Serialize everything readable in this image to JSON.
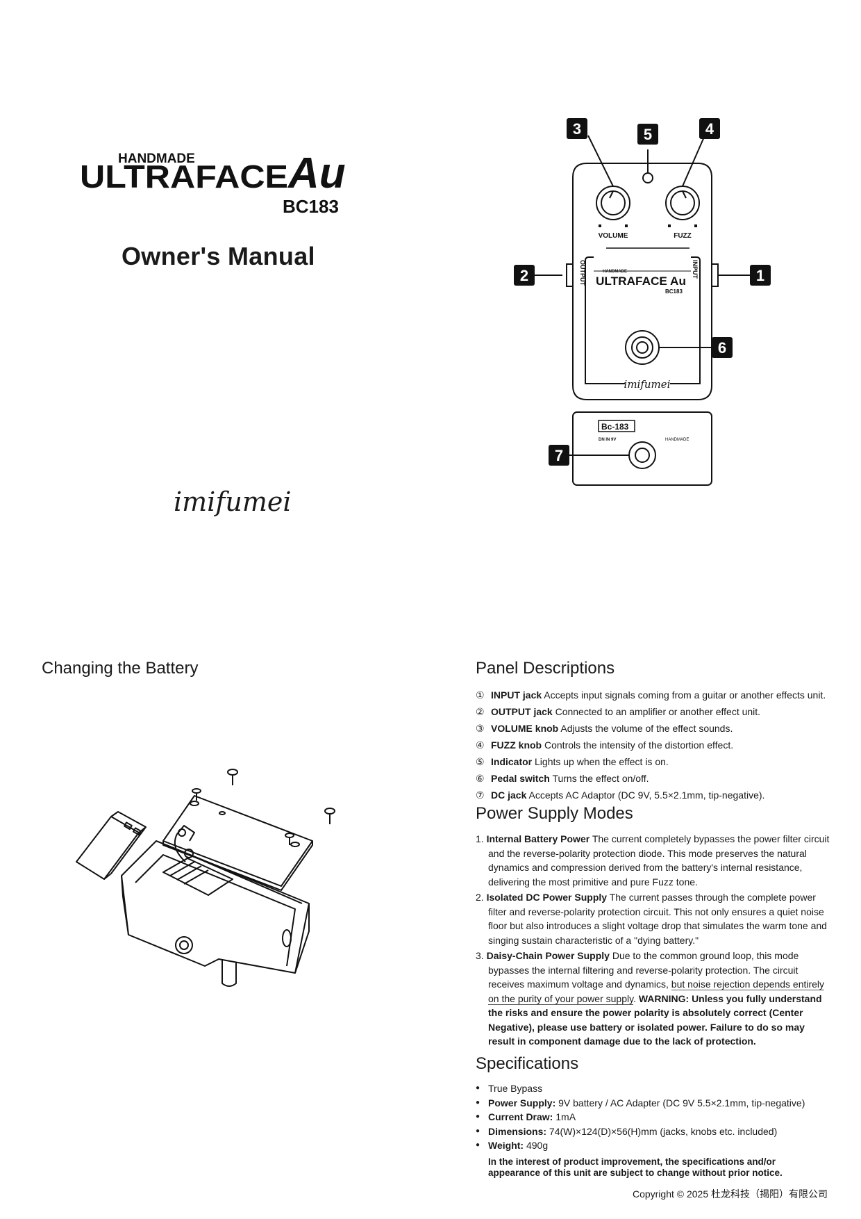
{
  "cover": {
    "logo": {
      "handmade": "HANDMADE",
      "brand_main": "ULTRAFACE",
      "brand_au": "Au",
      "model": "BC183"
    },
    "title": "Owner's Manual",
    "brand_signature": "imifumei"
  },
  "diagram": {
    "callouts": [
      "1",
      "2",
      "3",
      "4",
      "5",
      "6",
      "7"
    ],
    "knob_labels": [
      "VOLUME",
      "FUZZ"
    ],
    "jack_labels": [
      "OUTPUT",
      "INPUT"
    ],
    "face_logo": {
      "handmade": "HANDMADE",
      "brand": "ULTRAFACE Au",
      "model": "BC183"
    },
    "face_signature": "imifumei",
    "top_panel": {
      "model_badge": "Bc-183",
      "dc_text": "DN IN 9V",
      "handmade": "HANDMADE"
    }
  },
  "battery": {
    "heading": "Changing the Battery"
  },
  "panel": {
    "heading": "Panel Descriptions",
    "items": [
      {
        "num": "①",
        "term": "INPUT jack",
        "desc": " Accepts input signals coming from a guitar or another effects unit."
      },
      {
        "num": "②",
        "term": "OUTPUT jack",
        "desc": " Connected to an amplifier or another effect unit."
      },
      {
        "num": "③",
        "term": "VOLUME knob",
        "desc": " Adjusts the volume of the effect sounds."
      },
      {
        "num": "④",
        "term": "FUZZ knob",
        "desc": " Controls the intensity of the distortion effect."
      },
      {
        "num": "⑤",
        "term": "Indicator",
        "desc": " Lights up when the effect is on."
      },
      {
        "num": "⑥",
        "term": "Pedal switch",
        "desc": " Turns the effect on/off."
      },
      {
        "num": "⑦",
        "term": "DC jack",
        "desc": " Accepts AC Adaptor (DC 9V, 5.5×2.1mm, tip-negative)."
      }
    ]
  },
  "power": {
    "heading": "Power Supply Modes",
    "modes": [
      {
        "num": "1.",
        "term": "Internal Battery Power",
        "desc": " The current completely bypasses the power filter circuit and the reverse-polarity protection diode. This mode preserves the natural dynamics and compression derived from the battery's internal resistance, delivering the most primitive and pure Fuzz tone."
      },
      {
        "num": "2.",
        "term": "Isolated DC Power Supply",
        "desc": " The current passes through the complete power filter and reverse-polarity protection circuit. This not only ensures a quiet noise floor but also introduces a slight voltage drop that simulates the warm tone and singing sustain characteristic of a \"dying battery.\""
      },
      {
        "num": "3.",
        "term": "Daisy-Chain Power Supply",
        "desc": " Due to the common ground loop, this mode bypasses the internal filtering and reverse-polarity protection. The circuit receives maximum voltage and dynamics, ",
        "underlined": "but noise rejection depends entirely on the purity of your power supply",
        "after": ". ",
        "warning": "WARNING: Unless you fully understand the risks and ensure the power polarity is absolutely correct (Center Negative), please use battery or isolated power. Failure to do so may result in component damage due to the lack of protection."
      }
    ]
  },
  "specs": {
    "heading": "Specifications",
    "items": [
      {
        "term": "",
        "value": "True Bypass"
      },
      {
        "term": "Power Supply:",
        "value": " 9V battery / AC Adapter (DC 9V 5.5×2.1mm, tip-negative)"
      },
      {
        "term": "Current Draw:",
        "value": " 1mA"
      },
      {
        "term": "Dimensions:",
        "value": " 74(W)×124(D)×56(H)mm (jacks, knobs etc. included)"
      },
      {
        "term": "Weight:",
        "value": " 490g"
      }
    ],
    "notice": "In the interest of product improvement, the specifications and/or appearance of this unit are subject to change without prior notice."
  },
  "footer": {
    "copyright": "Copyright © 2025  杜龙科技（揭阳）有限公司"
  }
}
